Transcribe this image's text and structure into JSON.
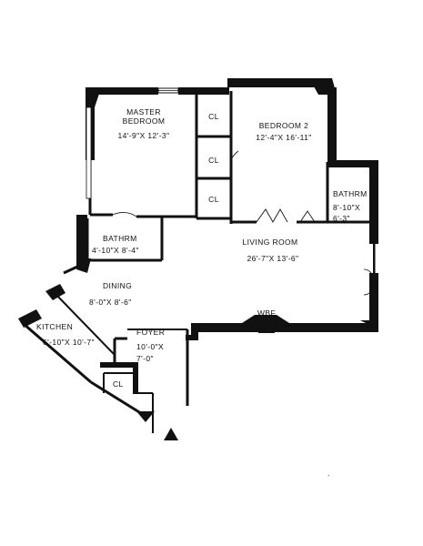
{
  "rooms": {
    "master_bedroom": {
      "name_line1": "MASTER",
      "name_line2": "BEDROOM",
      "dims": "14'-9\"X 12'-3\""
    },
    "bedroom2": {
      "name": "BEDROOM 2",
      "dims": "12'-4\"X 16'-11\""
    },
    "closet_top": {
      "name": "CL"
    },
    "closet_mid": {
      "name": "CL"
    },
    "closet_low": {
      "name": "CL"
    },
    "bath_right": {
      "name": "BATHRM",
      "dims_line1": "8'-10\"X",
      "dims_line2": "6'-3\""
    },
    "bath_left": {
      "name": "BATHRM",
      "dims": "4'-10\"X 8'-4\""
    },
    "living_room": {
      "name": "LIVING ROOM",
      "dims": "26'-7\"X 13'-6\""
    },
    "dining": {
      "name": "DINING",
      "dims": "8'-0\"X 8'-6\""
    },
    "wbf": {
      "name": "WBF"
    },
    "kitchen": {
      "name": "KITCHEN",
      "dims": "6'-10\"X 10'-7\""
    },
    "foyer": {
      "name": "FOYER",
      "dims_line1": "10'-0\"X",
      "dims_line2": "7'-0\""
    },
    "closet_foyer": {
      "name": "CL"
    }
  },
  "entry_marker": "entrance-arrow-icon"
}
